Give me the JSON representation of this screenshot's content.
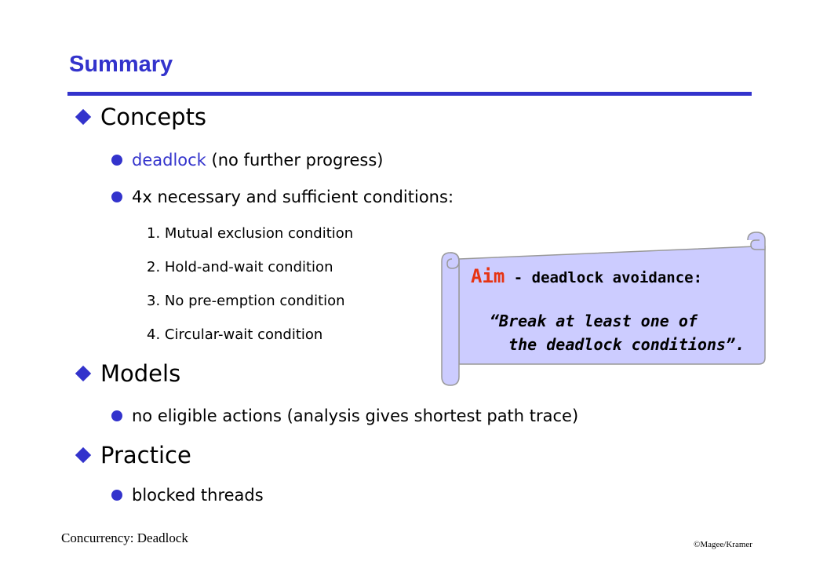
{
  "slide": {
    "title": "Summary",
    "sections": [
      {
        "heading": "Concepts"
      },
      {
        "heading": "Models"
      },
      {
        "heading": "Practice"
      }
    ],
    "concepts": {
      "deadlock_term": "deadlock",
      "deadlock_desc": " (no further progress)",
      "conditions_intro": "4x necessary and sufficient conditions:",
      "conditions": [
        "1.  Mutual exclusion condition",
        "2.  Hold-and-wait condition",
        "3.  No pre-emption condition",
        "4.  Circular-wait condition"
      ]
    },
    "models": {
      "item": "no eligible actions (analysis gives shortest path trace)"
    },
    "practice": {
      "item": "blocked threads"
    },
    "scroll": {
      "aim_word": "Aim",
      "aim_rest": " - deadlock avoidance:",
      "quote_line1": "“Break at least one of",
      "quote_line2": "  the deadlock conditions”."
    },
    "footer": {
      "left": "Concurrency: Deadlock",
      "right": "©Magee/Kramer"
    },
    "colors": {
      "accent": "#3333cc",
      "aim": "#e63312",
      "scroll_fill": "#ccccff"
    }
  }
}
